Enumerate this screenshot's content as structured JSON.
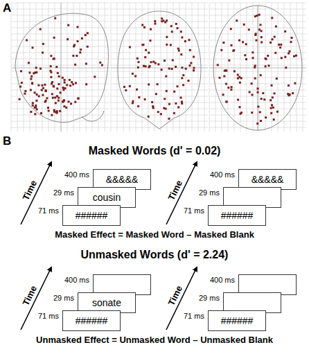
{
  "diagram": {
    "nodes": [
      {
        "text": [
          "&&&&&"
        ]
      },
      {
        "text": [
          "cousin"
        ]
      },
      {
        "text": [
          "######"
        ]
      },
      {
        "text": [
          "&&&&&"
        ]
      },
      {
        "text": [
          "######"
        ]
      },
      {
        "text": [
          "sonate"
        ]
      },
      {
        "text": [
          "######"
        ]
      },
      {
        "text": [
          "######"
        ]
      }
    ],
    "labels": [
      "A",
      "B",
      "Masked Words (d' = 0.02)",
      "Time",
      "400 ms",
      "29 ms",
      "71 ms",
      "Time",
      "400 ms",
      "29 ms",
      "71 ms",
      "Masked Effect = Masked Word – Masked Blank",
      "Unmasked Words (d' = 2.24)",
      "Time",
      "400 ms",
      "29 ms",
      "71 ms",
      "Time",
      "400 ms",
      "29 ms",
      "71 ms",
      "Unmasked Effect = Unmasked Word – Unmasked Blank"
    ]
  }
}
